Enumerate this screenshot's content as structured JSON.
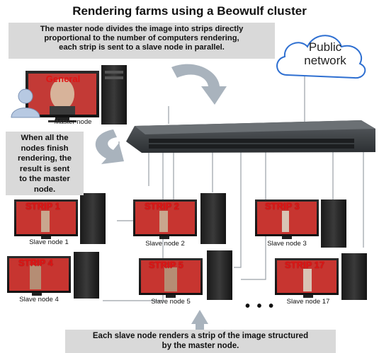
{
  "title": "Rendering farms using a Beowulf cluster",
  "notes": {
    "top": [
      "The master node divides the image into strips directly",
      "proportional to the number of computers rendering,",
      "each strip is sent to a slave node in parallel."
    ],
    "left": [
      "When all the",
      "nodes finish",
      "rendering, the",
      "result is sent",
      "to the master",
      "node."
    ],
    "bottom": [
      "Each slave node renders a strip of the image structured",
      "by the master node."
    ]
  },
  "cloud": {
    "lines": [
      "Public",
      "network"
    ]
  },
  "master": {
    "screen_label": "General",
    "caption": "Master node"
  },
  "slaves": [
    {
      "strip": "STRIP 1",
      "caption": "Slave node 1"
    },
    {
      "strip": "STRIP 2",
      "caption": "Slave node 2"
    },
    {
      "strip": "STRIP 3",
      "caption": "Slave node 3"
    },
    {
      "strip": "STRIP 4",
      "caption": "Slave node 4"
    },
    {
      "strip": "STRIP 5",
      "caption": "Slave node 5"
    },
    {
      "strip": "STRIP 17",
      "caption": "Slave node 17"
    }
  ],
  "ellipsis": "• • •",
  "colors": {
    "note_bg": "#d9d9d9",
    "strip_text": "#e01515",
    "cloud_stroke": "#2e6fd1",
    "switch": "#3a3d40",
    "cable": "#9aa0a6",
    "arrow": "#a9b3bd"
  }
}
